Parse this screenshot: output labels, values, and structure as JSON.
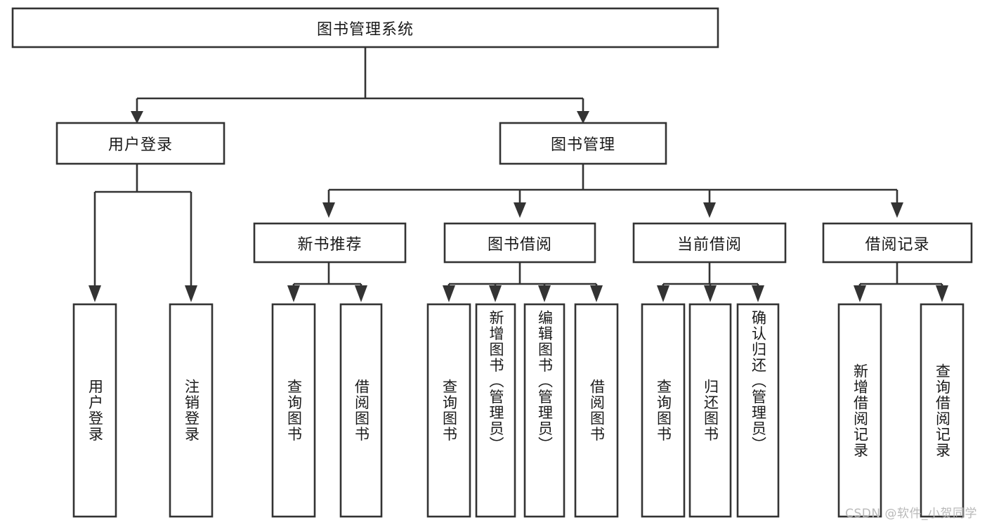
{
  "diagram": {
    "title": "图书管理系统",
    "type": "tree-hierarchy",
    "watermark": "CSDN @软件_小贺同学",
    "colors": {
      "stroke": "#333333",
      "fill": "#ffffff",
      "text": "#1a1a1a",
      "watermark": "#b9b9b9"
    },
    "root": {
      "label": "图书管理系统",
      "orientation": "horizontal"
    },
    "level2": [
      {
        "label": "用户登录",
        "orientation": "horizontal"
      },
      {
        "label": "图书管理",
        "orientation": "horizontal"
      }
    ],
    "level3": [
      {
        "label": "新书推荐",
        "orientation": "horizontal"
      },
      {
        "label": "图书借阅",
        "orientation": "horizontal"
      },
      {
        "label": "当前借阅",
        "orientation": "horizontal"
      },
      {
        "label": "借阅记录",
        "orientation": "horizontal"
      }
    ],
    "leaves": {
      "user_login": [
        {
          "label": "用户登录",
          "orientation": "vertical"
        },
        {
          "label": "注销登录",
          "orientation": "vertical"
        }
      ],
      "new_book_recommend": [
        {
          "label": "查询图书",
          "orientation": "vertical"
        },
        {
          "label": "借阅图书",
          "orientation": "vertical"
        }
      ],
      "book_borrow": [
        {
          "label": "查询图书",
          "orientation": "vertical"
        },
        {
          "label": "新增图书（管理员）",
          "orientation": "vertical"
        },
        {
          "label": "编辑图书（管理员）",
          "orientation": "vertical"
        },
        {
          "label": "借阅图书",
          "orientation": "vertical"
        }
      ],
      "current_borrow": [
        {
          "label": "查询图书",
          "orientation": "vertical"
        },
        {
          "label": "归还图书",
          "orientation": "vertical"
        },
        {
          "label": "确认归还（管理员）",
          "orientation": "vertical"
        }
      ],
      "borrow_record": [
        {
          "label": "新增借阅记录",
          "orientation": "vertical"
        },
        {
          "label": "查询借阅记录",
          "orientation": "vertical"
        }
      ]
    }
  }
}
